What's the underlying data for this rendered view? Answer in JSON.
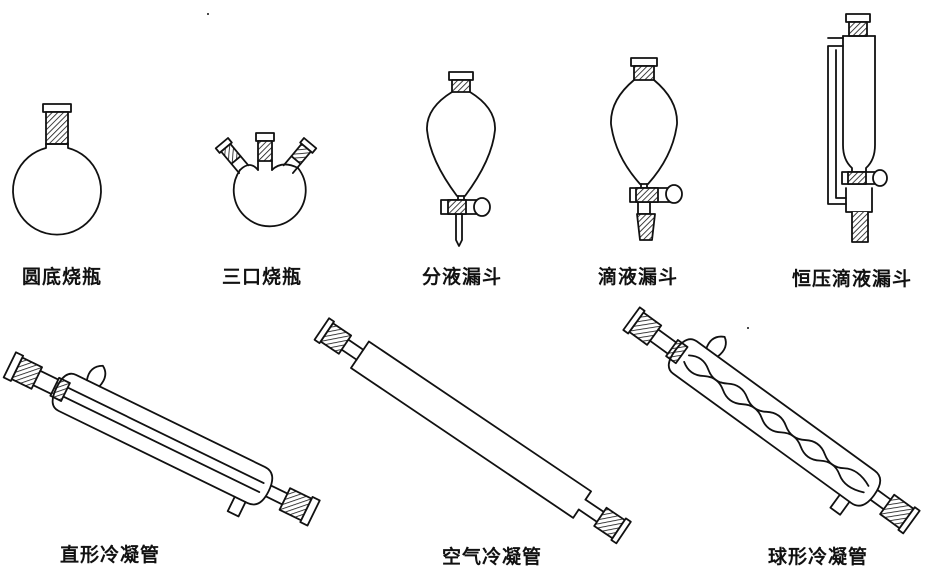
{
  "labels": {
    "round_bottom_flask": "圆底烧瓶",
    "three_neck_flask": "三口烧瓶",
    "separatory_funnel": "分液漏斗",
    "dropping_funnel": "滴液漏斗",
    "pressure_equalizing_funnel": "恒压滴液漏斗",
    "straight_condenser": "直形冷凝管",
    "air_condenser": "空气冷凝管",
    "bulb_condenser": "球形冷凝管"
  },
  "colors": {
    "ink": "#111111",
    "paper": "#ffffff"
  }
}
